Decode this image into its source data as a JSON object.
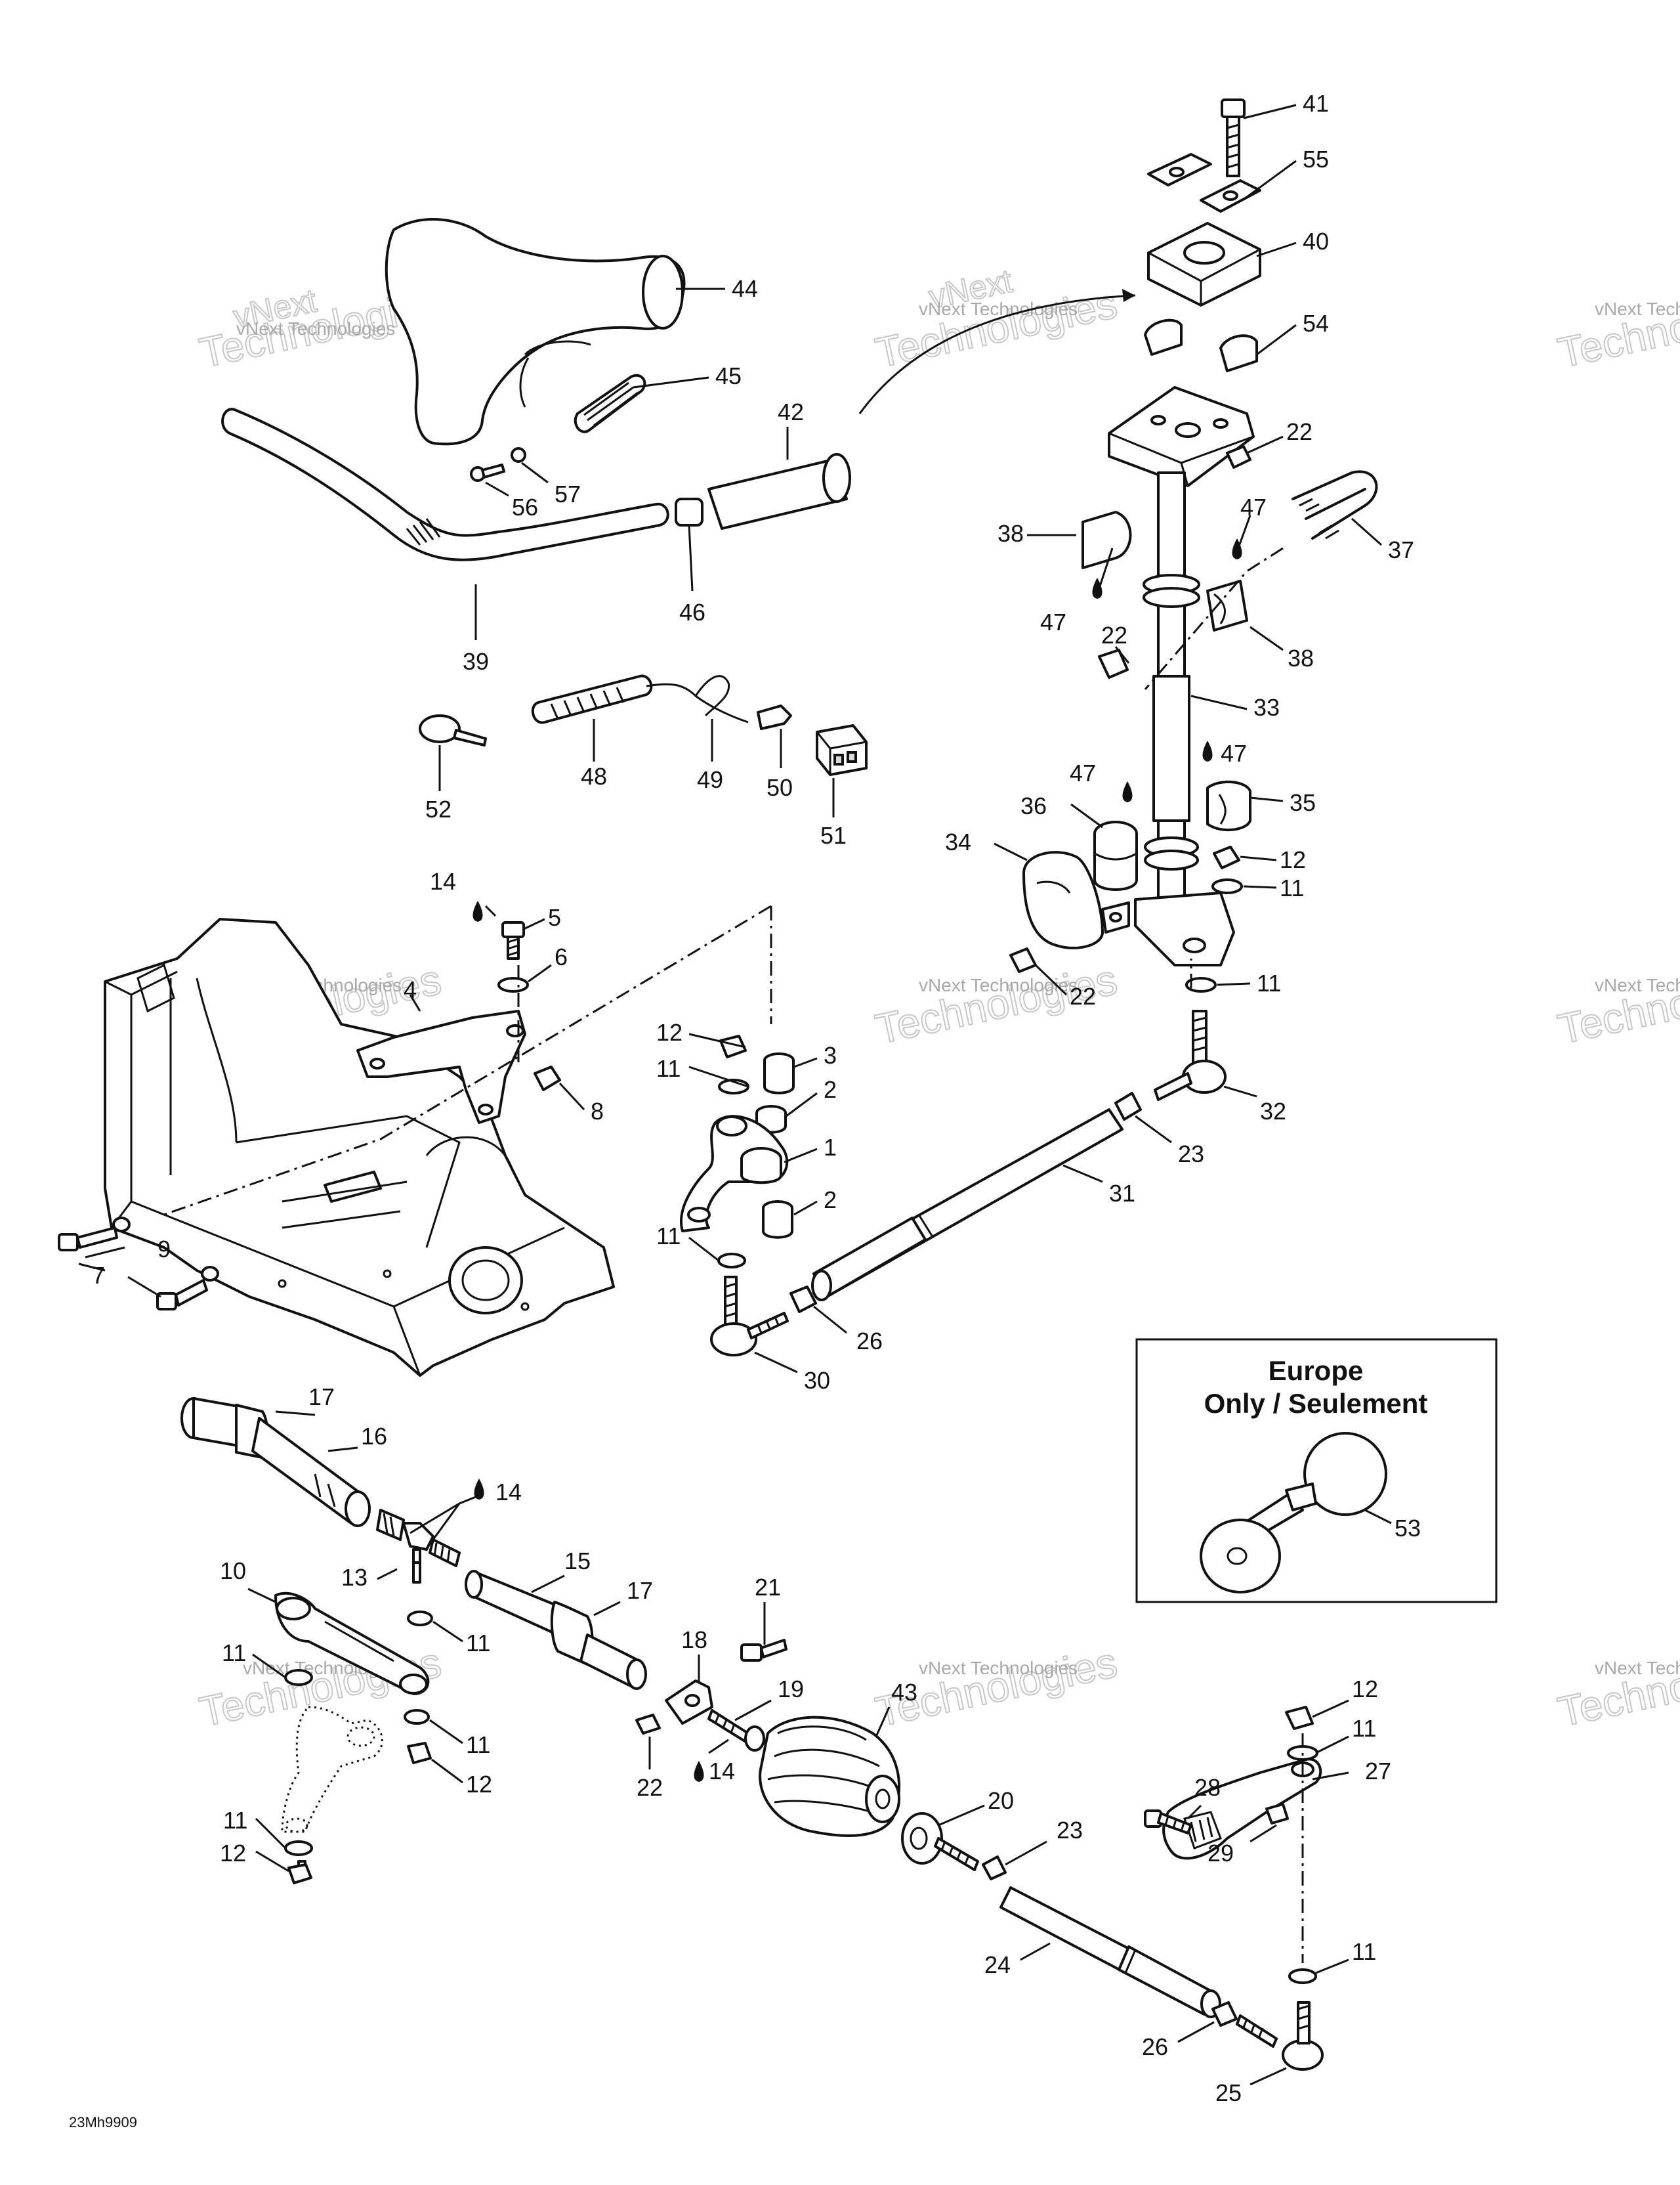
{
  "labels": {
    "41": "41",
    "55": "55",
    "40": "40",
    "54": "54",
    "22a": "22",
    "44": "44",
    "45": "45",
    "42": "42",
    "56": "56",
    "57": "57",
    "46": "46",
    "39": "39",
    "47a": "47",
    "37": "37",
    "38a": "38",
    "47b": "47",
    "22b": "22",
    "38b": "38",
    "33": "33",
    "47c": "47",
    "47d": "47",
    "36": "36",
    "35": "35",
    "34": "34",
    "12a": "12",
    "11a": "11",
    "22c": "22",
    "11b": "11",
    "32": "32",
    "23a": "23",
    "31": "31",
    "52": "52",
    "48": "48",
    "49": "49",
    "50": "50",
    "51": "51",
    "14a": "14",
    "5": "5",
    "6": "6",
    "4": "4",
    "8": "8",
    "12b": "12",
    "3": "3",
    "11c": "11",
    "2a": "2",
    "1": "1",
    "2b": "2",
    "11d": "11",
    "9": "9",
    "7": "7",
    "26a": "26",
    "30": "30",
    "17a": "17",
    "16": "16",
    "14b": "14",
    "13": "13",
    "15": "15",
    "17b": "17",
    "21": "21",
    "10": "10",
    "11e": "11",
    "11f": "11",
    "18": "18",
    "19": "19",
    "43": "43",
    "22d": "22",
    "14c": "14",
    "11g": "11",
    "12c": "12",
    "11h": "11",
    "12d": "12",
    "20": "20",
    "23b": "23",
    "24": "24",
    "26b": "26",
    "25": "25",
    "12e": "12",
    "11i": "11",
    "27": "27",
    "28": "28",
    "29": "29",
    "11j": "11",
    "53": "53"
  },
  "europe_box": {
    "title_line1": "Europe",
    "title_line2": "Only / Seulement"
  },
  "diagram_code": "23Mh9909",
  "watermark": {
    "small": "vNext Technologies",
    "large": "Technologies",
    "prefix": "vNext"
  }
}
